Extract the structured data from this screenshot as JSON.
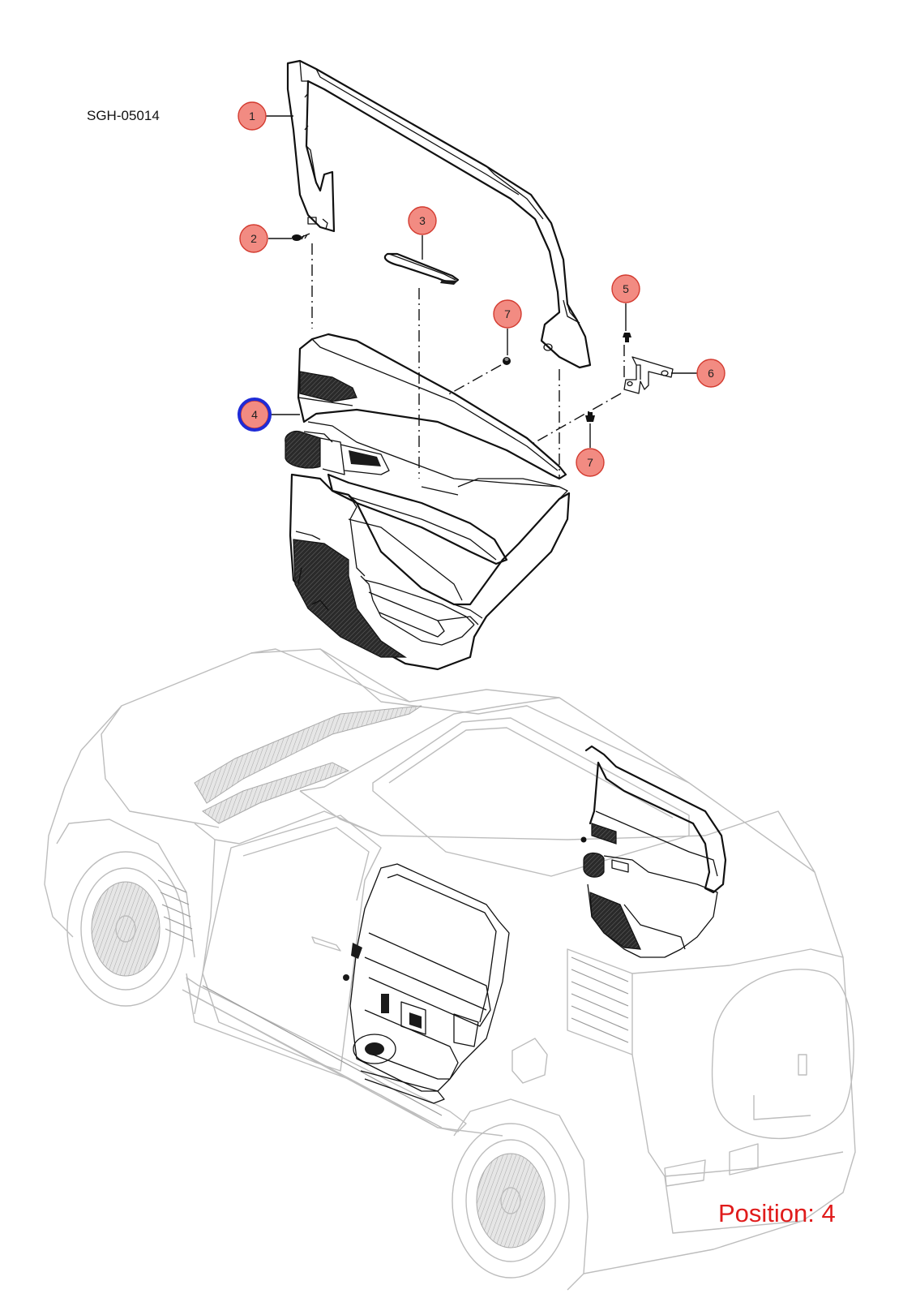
{
  "document_code": "SGH-05014",
  "position_label": "Position: 4",
  "selected_callout": "4",
  "callouts": [
    {
      "id": "c1",
      "label": "1"
    },
    {
      "id": "c2",
      "label": "2"
    },
    {
      "id": "c3",
      "label": "3"
    },
    {
      "id": "c4",
      "label": "4"
    },
    {
      "id": "c5",
      "label": "5"
    },
    {
      "id": "c6",
      "label": "6"
    },
    {
      "id": "c7a",
      "label": "7"
    },
    {
      "id": "c7b",
      "label": "7"
    }
  ],
  "colors": {
    "callout_fill": "#f28b82",
    "callout_stroke": "#d33b30",
    "selection_ring": "#1f2bd6",
    "position_text": "#e01b1b",
    "vehicle_outline": "#bdbdbd"
  }
}
